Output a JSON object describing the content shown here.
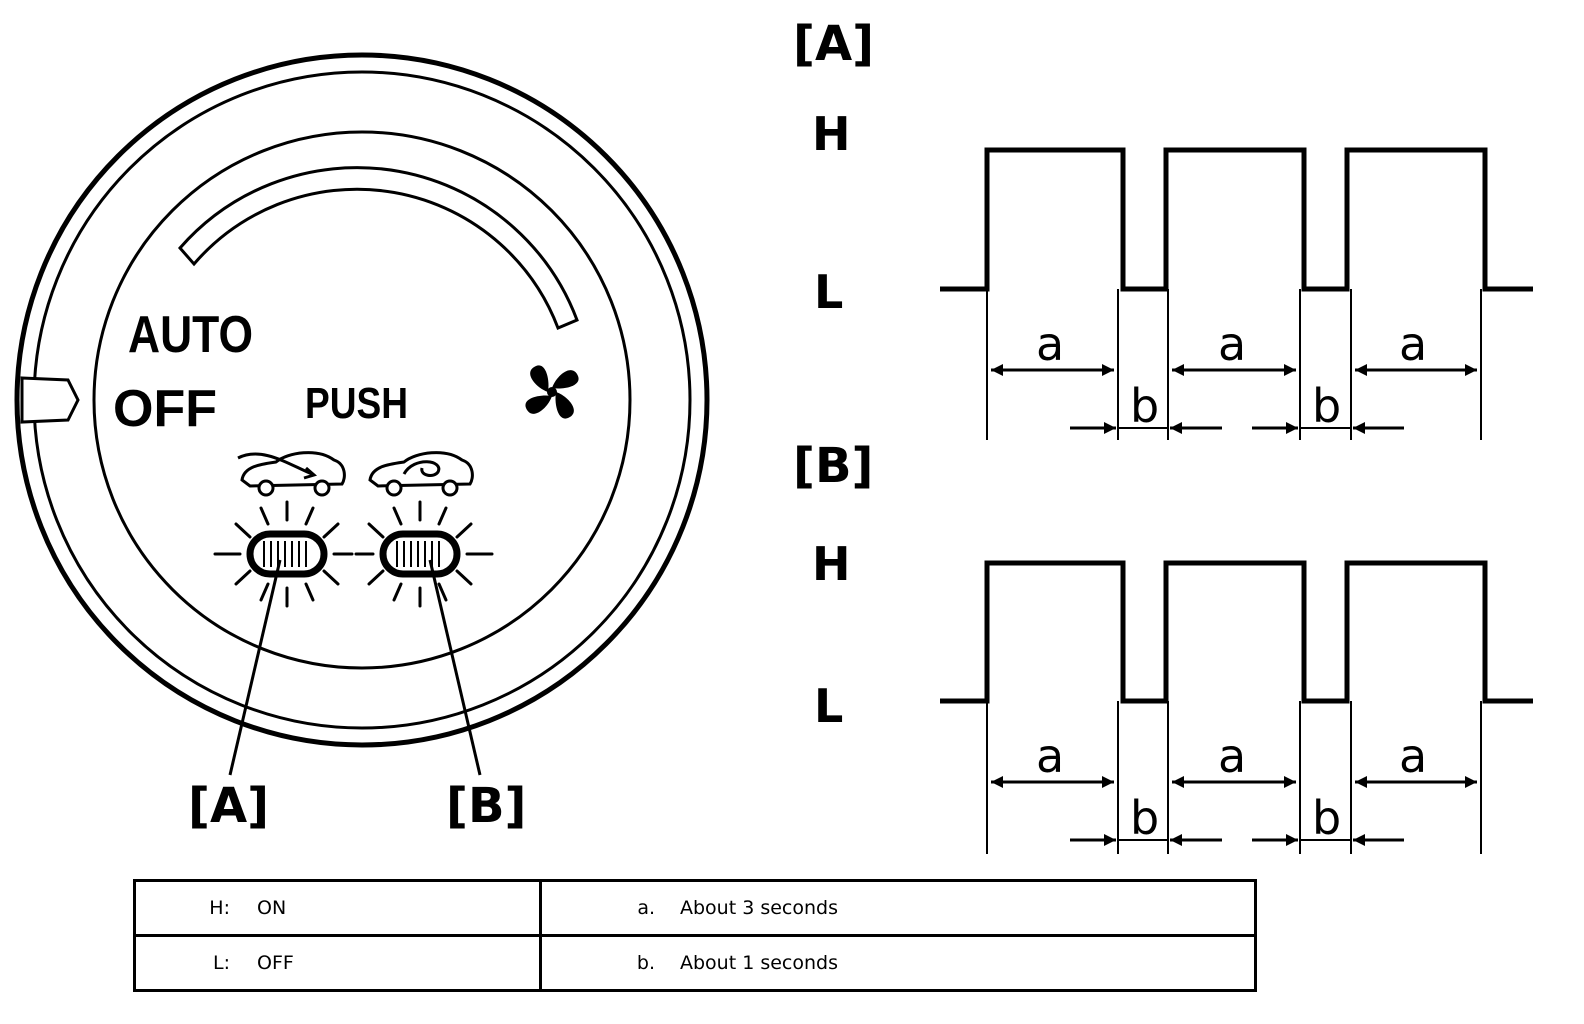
{
  "dial": {
    "mode_auto": "AUTO",
    "mode_off": "OFF",
    "push_label": "PUSH",
    "callout_a": "[A]",
    "callout_b": "[B]"
  },
  "graph_a": {
    "title": "[A]",
    "high": "H",
    "low": "L",
    "on_label": "a",
    "off_label": "b"
  },
  "graph_b": {
    "title": "[B]",
    "high": "H",
    "low": "L",
    "on_label": "a",
    "off_label": "b"
  },
  "legend": {
    "rows": [
      {
        "key": "H:",
        "value": "ON",
        "item": "a.",
        "desc": "About 3 seconds"
      },
      {
        "key": "L:",
        "value": "OFF",
        "item": "b.",
        "desc": "About 1 seconds"
      }
    ]
  }
}
